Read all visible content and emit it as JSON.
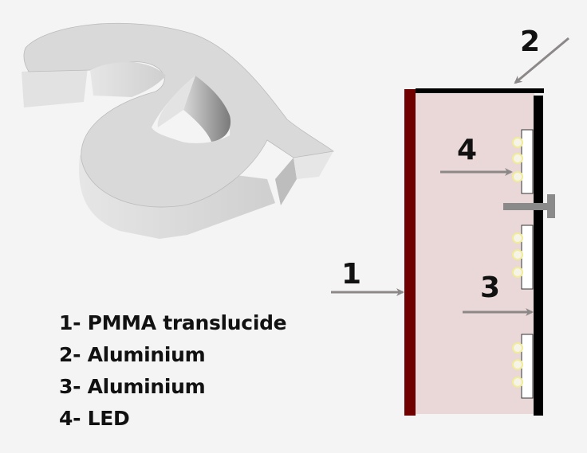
{
  "callouts": [
    "1",
    "2",
    "3",
    "4"
  ],
  "legend": [
    "1- PMMA translucide",
    "2- Aluminium",
    "3- Aluminium",
    "4- LED"
  ],
  "colors": {
    "background": "#f4f4f4",
    "pmma_face": "#700000",
    "interior": "#ead8d8",
    "aluminium": "#000000",
    "arrow": "#8c8888",
    "led_glow": "#f3f0b8"
  }
}
